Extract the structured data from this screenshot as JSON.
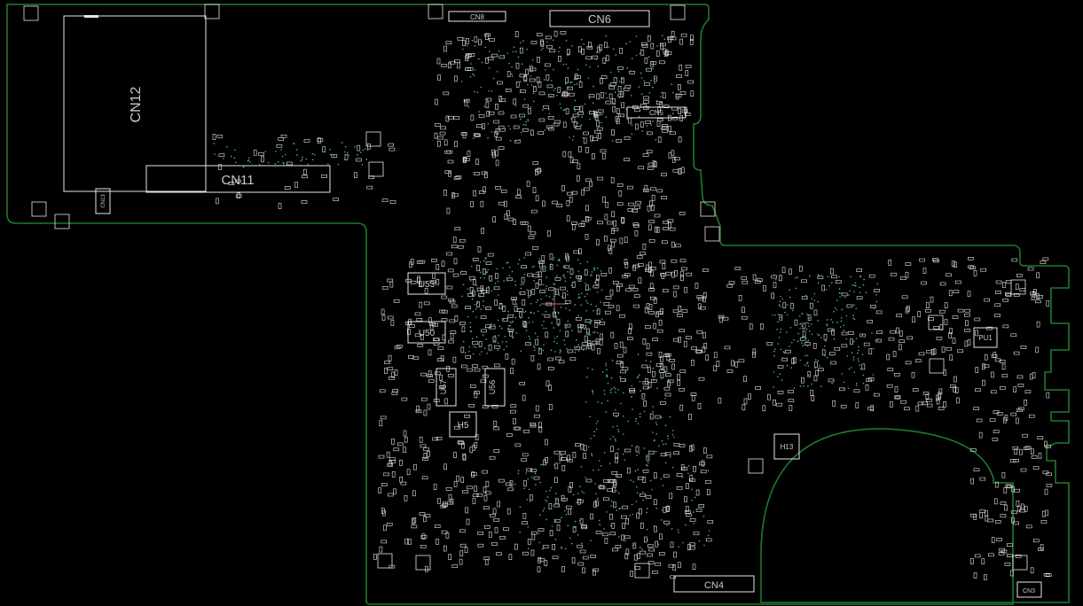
{
  "viewer": {
    "background": "#000000",
    "outline_color": "#1f7a2a",
    "silk_color": "#e6e6e6",
    "via_color": "#4fb3b3",
    "cursor_color": "#b06a7a"
  },
  "connectors": {
    "cn12": "CN12",
    "cn11": "CN11",
    "cn6": "CN6",
    "cn8": "CN8",
    "cn5": "CN5",
    "cn4": "CN4",
    "cn3": "CN3",
    "cn13": "CN13"
  },
  "chips": {
    "u53": "U53",
    "u50": "U50",
    "u57": "U57",
    "u56": "U56",
    "pu1": "PU1"
  },
  "holes": {
    "h5": "H5",
    "h13": "H13"
  }
}
